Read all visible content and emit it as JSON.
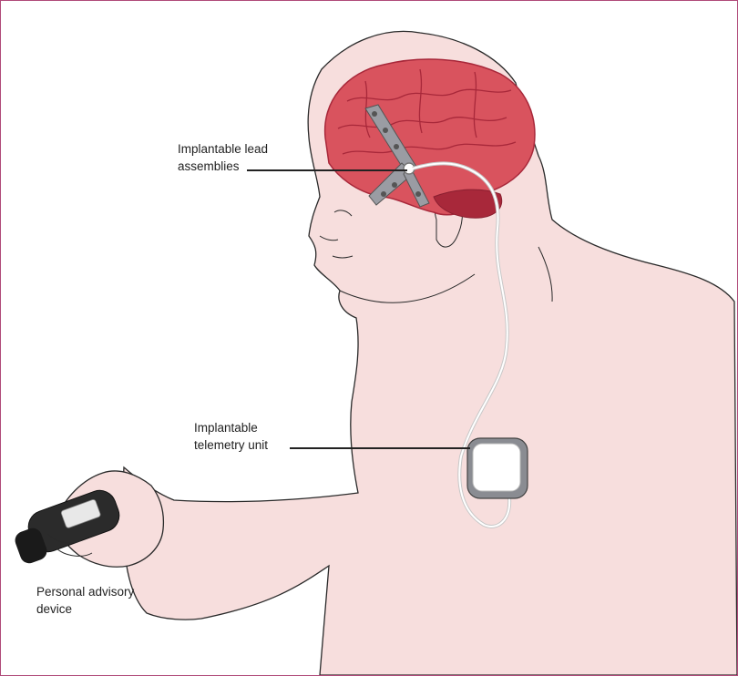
{
  "labels": {
    "lead_assemblies": "Implantable lead\nassemblies",
    "telemetry_unit": "Implantable\ntelemetry unit",
    "advisory_device": "Personal advisory\ndevice"
  },
  "colors": {
    "frame_border": "#b04a7a",
    "skin": "#f7dedd",
    "outline": "#2a2a2a",
    "brain": "#d9535e",
    "brain_dark": "#a8283a",
    "lead": "#9a9ca3",
    "device_body": "#2b2b2b"
  },
  "icons": [
    "brain-illustration",
    "lead-assembly",
    "telemetry-unit",
    "advisory-device",
    "hand"
  ]
}
